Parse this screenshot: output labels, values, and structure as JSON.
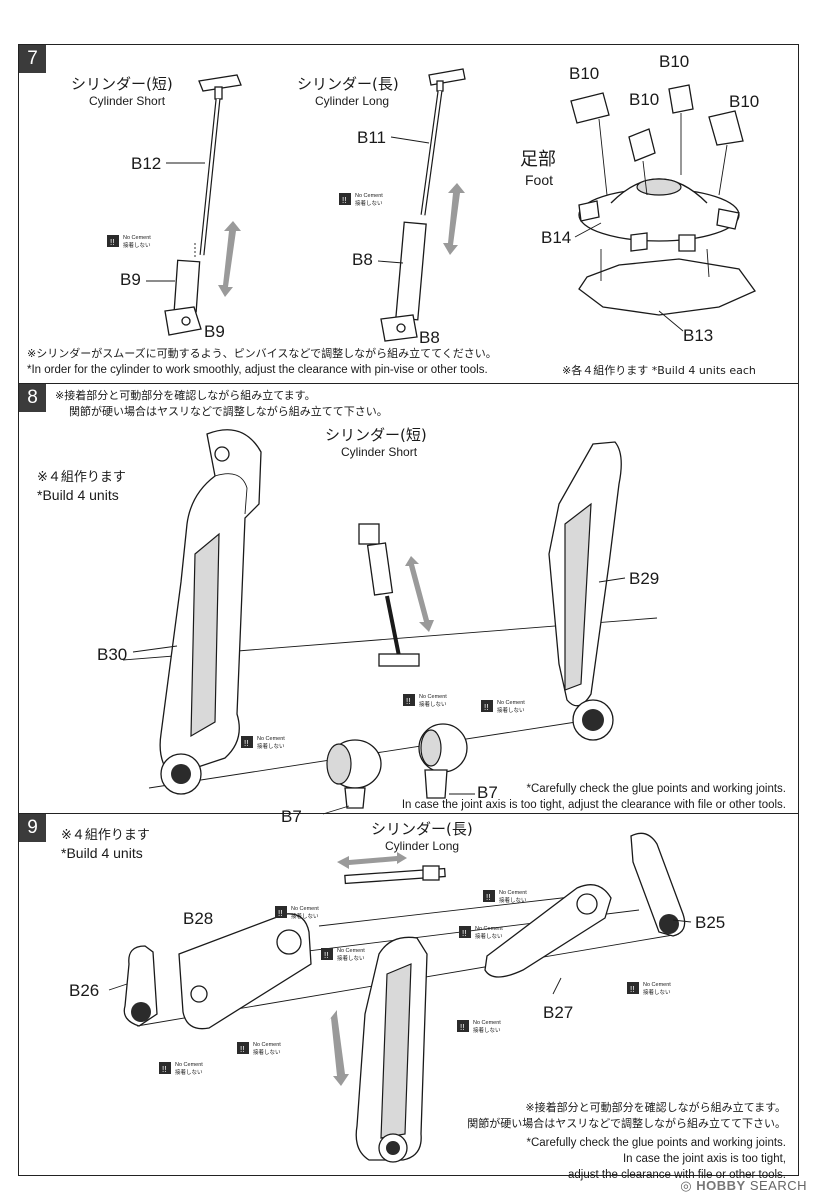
{
  "steps": [
    {
      "number": "7",
      "cylinder_short_jp": "シリンダー(短)",
      "cylinder_short_en": "Cylinder Short",
      "cylinder_long_jp": "シリンダー(長)",
      "cylinder_long_en": "Cylinder Long",
      "foot_jp": "足部",
      "foot_en": "Foot",
      "parts": {
        "b12": "B12",
        "b9a": "B9",
        "b9b": "B9",
        "b11": "B11",
        "b8a": "B8",
        "b8b": "B8",
        "b10a": "B10",
        "b10b": "B10",
        "b10c": "B10",
        "b10d": "B10",
        "b14": "B14",
        "b13": "B13"
      },
      "note_jp": "※シリンダーがスムーズに可動するよう、ピンバイスなどで調整しながら組み立ててください。",
      "note_en": "*In order for the cylinder to work smoothly, adjust the clearance with pin-vise or other tools.",
      "build_note": "※各４組作ります *Build 4 units each"
    },
    {
      "number": "8",
      "note_jp_1": "※接着部分と可動部分を確認しながら組み立てます。",
      "note_jp_2": "関節が硬い場合はヤスリなどで調整しながら組み立てて下さい。",
      "units_jp": "※４組作ります",
      "units_en": "*Build 4 units",
      "cylinder_short_jp": "シリンダー(短)",
      "cylinder_short_en": "Cylinder Short",
      "parts": {
        "b30": "B30",
        "b29": "B29",
        "b7a": "B7",
        "b7b": "B7"
      },
      "note_en_1": "*Carefully check the glue points and working joints.",
      "note_en_2": "In case the joint axis is too tight, adjust the clearance with file or other tools."
    },
    {
      "number": "9",
      "units_jp": "※４組作ります",
      "units_en": "*Build 4 units",
      "cylinder_long_jp": "シリンダー(長)",
      "cylinder_long_en": "Cylinder Long",
      "parts": {
        "b25": "B25",
        "b26": "B26",
        "b27": "B27",
        "b28": "B28"
      },
      "note_jp_1": "※接着部分と可動部分を確認しながら組み立てます。",
      "note_jp_2": "関節が硬い場合はヤスリなどで調整しながら組み立てて下さい。",
      "note_en_1": "*Carefully check the glue points and working joints.",
      "note_en_2": "In case the joint axis is too tight,",
      "note_en_3": "adjust the clearance with file or other tools."
    }
  ],
  "no_cement": {
    "icon": "!!",
    "en": "No Cement",
    "jp": "接着しない"
  },
  "watermark": {
    "brand": "HOBBY",
    "suffix": "SEARCH",
    "icon": "hobby-search-logo"
  },
  "colors": {
    "border": "#222222",
    "step_badge": "#3b3b3b",
    "move_arrow": "#9a9a9a"
  }
}
